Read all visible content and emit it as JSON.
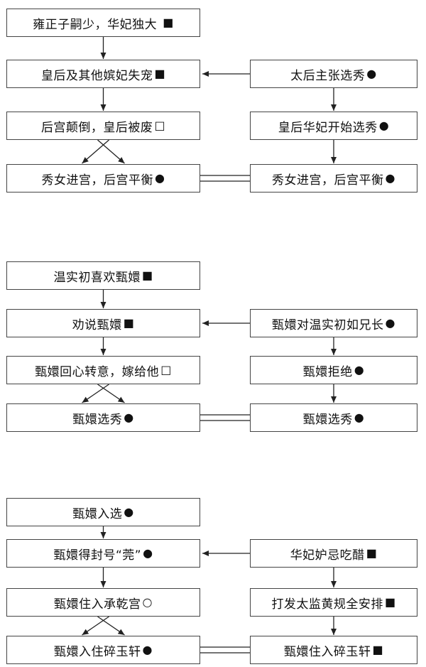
{
  "panels": [
    {
      "left": [
        {
          "label": "雍正子嗣少，华妃独大",
          "marker": "■"
        },
        {
          "label": "皇后及其他嫔妃失宠",
          "marker": "■"
        },
        {
          "label": "后宫颠倒，皇后被废",
          "marker": "□"
        },
        {
          "label": "秀女进宫，后宫平衡",
          "marker": "●"
        }
      ],
      "right": [
        {
          "label": "太后主张选秀",
          "marker": "●"
        },
        {
          "label": "皇后华妃开始选秀",
          "marker": "●"
        },
        {
          "label": "秀女进宫，后宫平衡",
          "marker": "●"
        }
      ]
    },
    {
      "left": [
        {
          "label": "温实初喜欢甄嬛",
          "marker": "■"
        },
        {
          "label": "劝说甄嬛",
          "marker": "■"
        },
        {
          "label": "甄嬛回心转意，嫁给他",
          "marker": "□"
        },
        {
          "label": "甄嬛选秀",
          "marker": "●"
        }
      ],
      "right": [
        {
          "label": "甄嬛对温实初如兄长",
          "marker": "●"
        },
        {
          "label": "甄嬛拒绝",
          "marker": "●"
        },
        {
          "label": "甄嬛选秀",
          "marker": "●"
        }
      ]
    },
    {
      "left": [
        {
          "label": "甄嬛入选",
          "marker": "●"
        },
        {
          "label": "甄嬛得封号“莞”",
          "marker": "●"
        },
        {
          "label": "甄嬛住入承乾宫",
          "marker": "○"
        },
        {
          "label": "甄嬛入住碎玉轩",
          "marker": "●"
        }
      ],
      "right": [
        {
          "label": "华妃妒忌吃醋",
          "marker": "■"
        },
        {
          "label": "打发太监黄规全安排",
          "marker": "■"
        },
        {
          "label": "甄嬛住入碎玉轩",
          "marker": "■"
        }
      ]
    }
  ]
}
